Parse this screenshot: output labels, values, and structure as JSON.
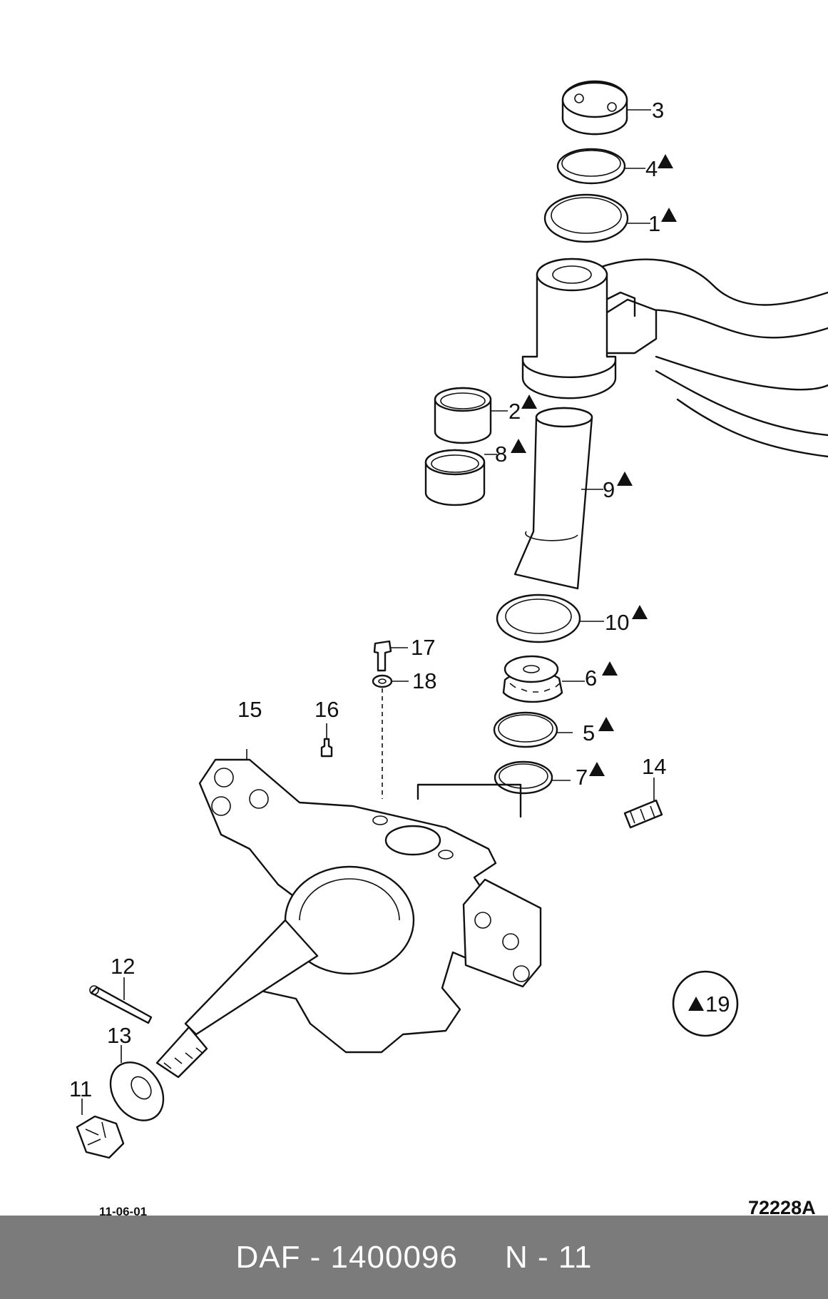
{
  "diagram": {
    "callouts": [
      {
        "id": "3",
        "text": "3",
        "flag": false
      },
      {
        "id": "4",
        "text": "4",
        "flag": true
      },
      {
        "id": "1",
        "text": "1",
        "flag": true
      },
      {
        "id": "2",
        "text": "2",
        "flag": true
      },
      {
        "id": "8",
        "text": "8",
        "flag": true
      },
      {
        "id": "9",
        "text": "9",
        "flag": true
      },
      {
        "id": "10",
        "text": "10",
        "flag": true
      },
      {
        "id": "17",
        "text": "17",
        "flag": false
      },
      {
        "id": "18",
        "text": "18",
        "flag": false
      },
      {
        "id": "6",
        "text": "6",
        "flag": true
      },
      {
        "id": "15",
        "text": "15",
        "flag": false
      },
      {
        "id": "16",
        "text": "16",
        "flag": false
      },
      {
        "id": "5",
        "text": "5",
        "flag": true
      },
      {
        "id": "7",
        "text": "7",
        "flag": true
      },
      {
        "id": "14",
        "text": "14",
        "flag": false
      },
      {
        "id": "12",
        "text": "12",
        "flag": false
      },
      {
        "id": "13",
        "text": "13",
        "flag": false
      },
      {
        "id": "11",
        "text": "11",
        "flag": false
      }
    ],
    "legend_badge": "19",
    "date": "11-06-01",
    "drawing_code": "72228A"
  },
  "footer": {
    "text": "DAF - 1400096     N - 11"
  }
}
